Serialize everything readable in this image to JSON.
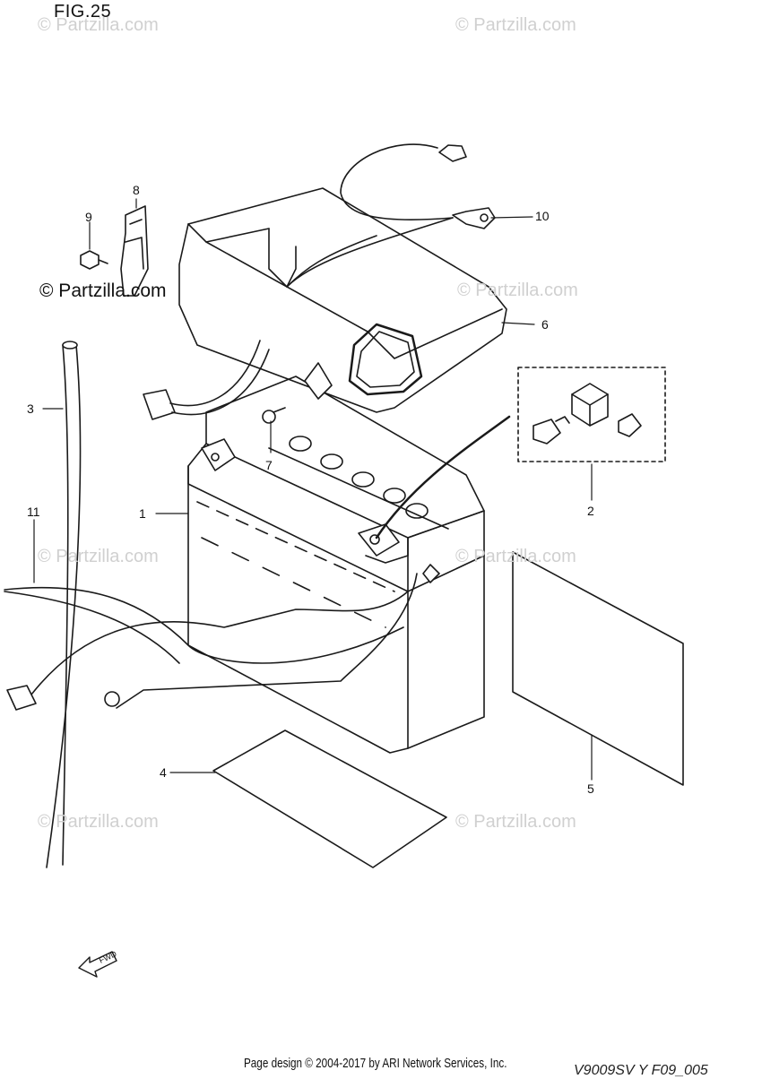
{
  "figure_label": "FIG.25",
  "watermark_text": "© Partzilla.com",
  "watermark_dark_text": "© Partzilla.com",
  "footer_text": "Page design © 2004-2017 by ARI Network Services, Inc.",
  "drawing_code": "V9009SV Y F09_005",
  "fwd_label": "FWD",
  "callouts": {
    "c1": "1",
    "c2": "2",
    "c3": "3",
    "c4": "4",
    "c5": "5",
    "c6": "6",
    "c7": "7",
    "c8": "8",
    "c9": "9",
    "c10": "10",
    "c11": "11"
  },
  "colors": {
    "line": "#1a1a1a",
    "watermark": "#d0d0d0",
    "background": "#ffffff"
  }
}
